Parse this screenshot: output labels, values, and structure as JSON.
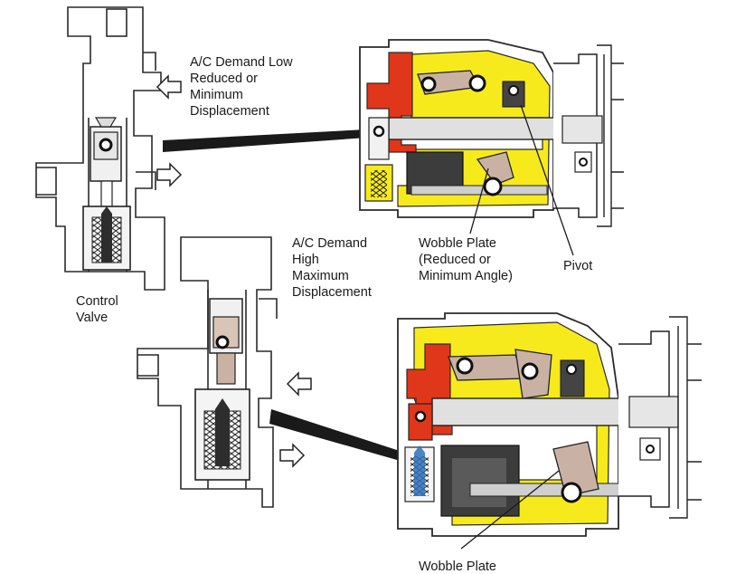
{
  "labels": {
    "demand_low": [
      "A/C Demand Low",
      "Reduced or",
      "Minimum",
      "Displacement"
    ],
    "demand_high": [
      "A/C Demand",
      "High",
      "Maximum",
      "Displacement"
    ],
    "control_valve": [
      "Control",
      "Valve"
    ],
    "wobble_reduced": [
      "Wobble Plate",
      "(Reduced or",
      "Minimum Angle)"
    ],
    "pivot": "Pivot",
    "wobble_plate": "Wobble Plate"
  },
  "colors": {
    "housing_fill": "#ffffff",
    "line": "#2a2a2a",
    "oil_yellow": "#f7ea1c",
    "pressure_red": "#e0361a",
    "piston_dark": "#3c3c3c",
    "plate_tan": "#c9b2a4",
    "shaft_gray": "#d8d8d8",
    "spring_blue": "#2f6fb8"
  },
  "icons": [
    "arrow-left-icon",
    "arrow-right-icon",
    "pointer-wedge-icon"
  ]
}
